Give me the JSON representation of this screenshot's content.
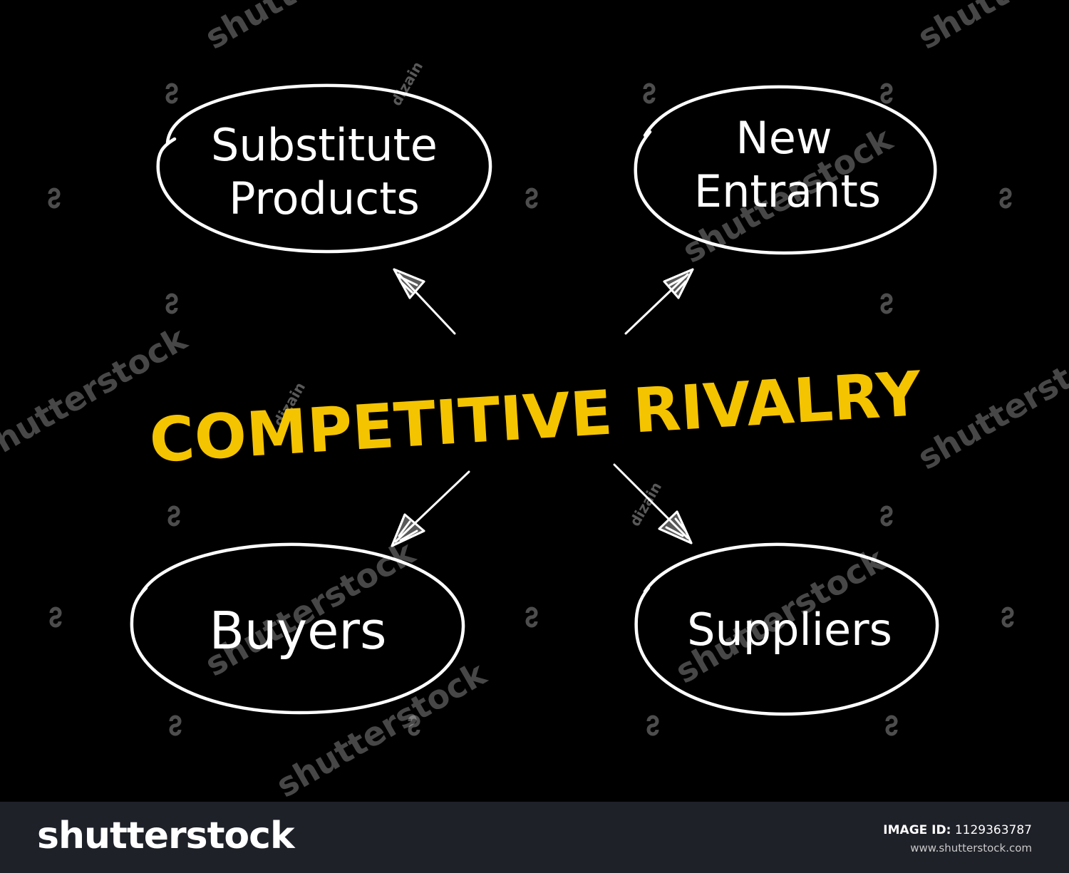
{
  "center": {
    "label": "COMPETITIVE RIVALRY",
    "color": "#f5c400"
  },
  "nodes": {
    "substitute": {
      "line1": "Substitute",
      "line2": "Products"
    },
    "entrants": {
      "line1": "New",
      "line2": "Entrants"
    },
    "buyers": {
      "label": "Buyers"
    },
    "suppliers": {
      "label": "Suppliers"
    }
  },
  "watermarks": {
    "main": "shutterstock",
    "author": "dizain"
  },
  "footer": {
    "logo": "shutterstock",
    "image_id_label": "IMAGE ID:",
    "image_id": "1129363787",
    "url": "www.shutterstock.com"
  }
}
